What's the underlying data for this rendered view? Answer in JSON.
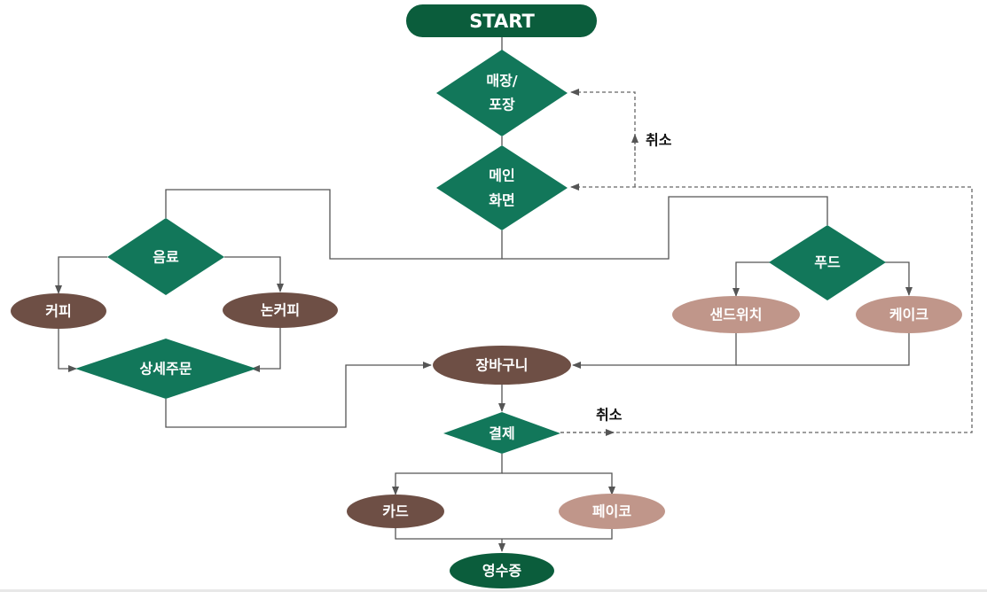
{
  "colors": {
    "start_fill": "#0b5d3c",
    "decision_fill": "#12775a",
    "dark_node_fill": "#6e4f45",
    "light_node_fill": "#c0968a",
    "edge": "#555555"
  },
  "nodes": {
    "start": "START",
    "dine_takeout_line1": "매장/",
    "dine_takeout_line2": "포장",
    "main_screen_line1": "메인",
    "main_screen_line2": "화면",
    "drink": "음료",
    "coffee": "커피",
    "non_coffee": "논커피",
    "detail_order": "상세주문",
    "food": "푸드",
    "sandwich": "샌드위치",
    "cake": "케이크",
    "cart": "장바구니",
    "payment": "결제",
    "card": "카드",
    "pay_co": "페이코",
    "receipt": "영수증"
  },
  "edge_labels": {
    "cancel_top": "취소",
    "cancel_payment": "취소"
  }
}
